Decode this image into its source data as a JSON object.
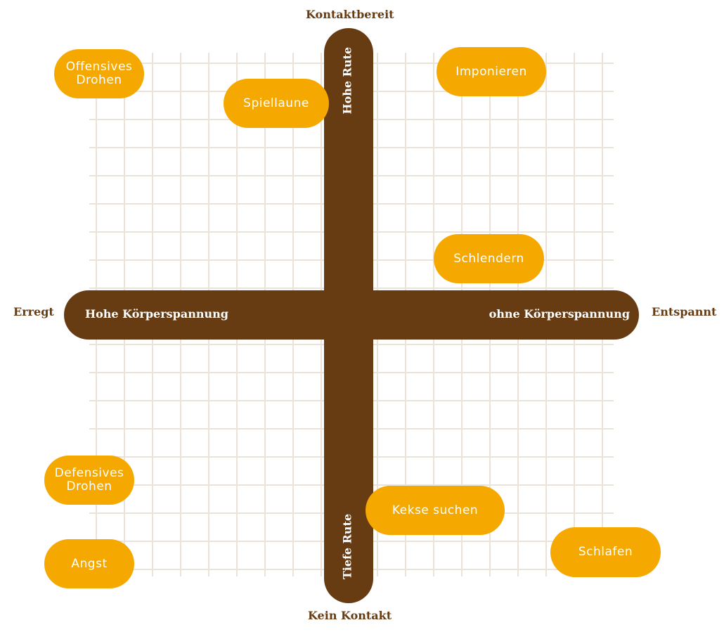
{
  "axes": {
    "top": "Kontaktbereit",
    "bottom": "Kein Kontakt",
    "left": "Erregt",
    "right": "Entspannt"
  },
  "bars": {
    "vertical_top": "Hohe Rute",
    "vertical_bottom": "Tiefe Rute",
    "horizontal_left": "Hohe Körperspannung",
    "horizontal_right": "ohne Körperspannung"
  },
  "states": [
    {
      "label": "Offensives Drohen"
    },
    {
      "label": "Spiellaune"
    },
    {
      "label": "Imponieren"
    },
    {
      "label": "Schlendern"
    },
    {
      "label": "Defensives Drohen"
    },
    {
      "label": "Kekse suchen"
    },
    {
      "label": "Angst"
    },
    {
      "label": "Schlafen"
    }
  ],
  "colors": {
    "brown": "#673c12",
    "orange": "#f5a800",
    "grid": "#ebe2da"
  }
}
